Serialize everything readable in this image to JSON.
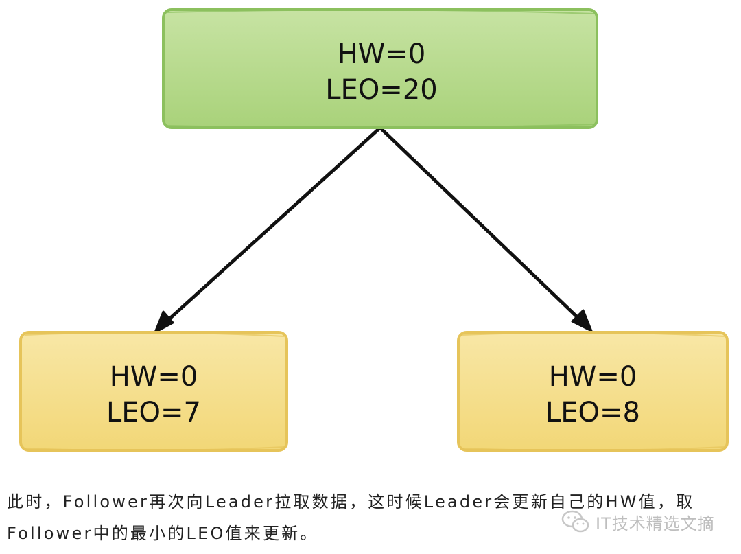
{
  "diagram": {
    "leader": {
      "hw": "HW=0",
      "leo": "LEO=20",
      "fill": "#b7d98c",
      "stroke": "#8cc05e"
    },
    "follower_left": {
      "hw": "HW=0",
      "leo": "LEO=7",
      "fill": "#f6df8c",
      "stroke": "#e6c45a"
    },
    "follower_right": {
      "hw": "HW=0",
      "leo": "LEO=8",
      "fill": "#f6df8c",
      "stroke": "#e6c45a"
    },
    "edges": [
      {
        "from": "leader",
        "to": "follower_left"
      },
      {
        "from": "leader",
        "to": "follower_right"
      }
    ]
  },
  "caption": {
    "text": "此时，Follower再次向Leader拉取数据，这时候Leader会更新自己的HW值，取Follower中的最小的LEO值来更新。"
  },
  "watermark": {
    "text": "IT技术精选文摘",
    "icon": "wechat-icon"
  }
}
